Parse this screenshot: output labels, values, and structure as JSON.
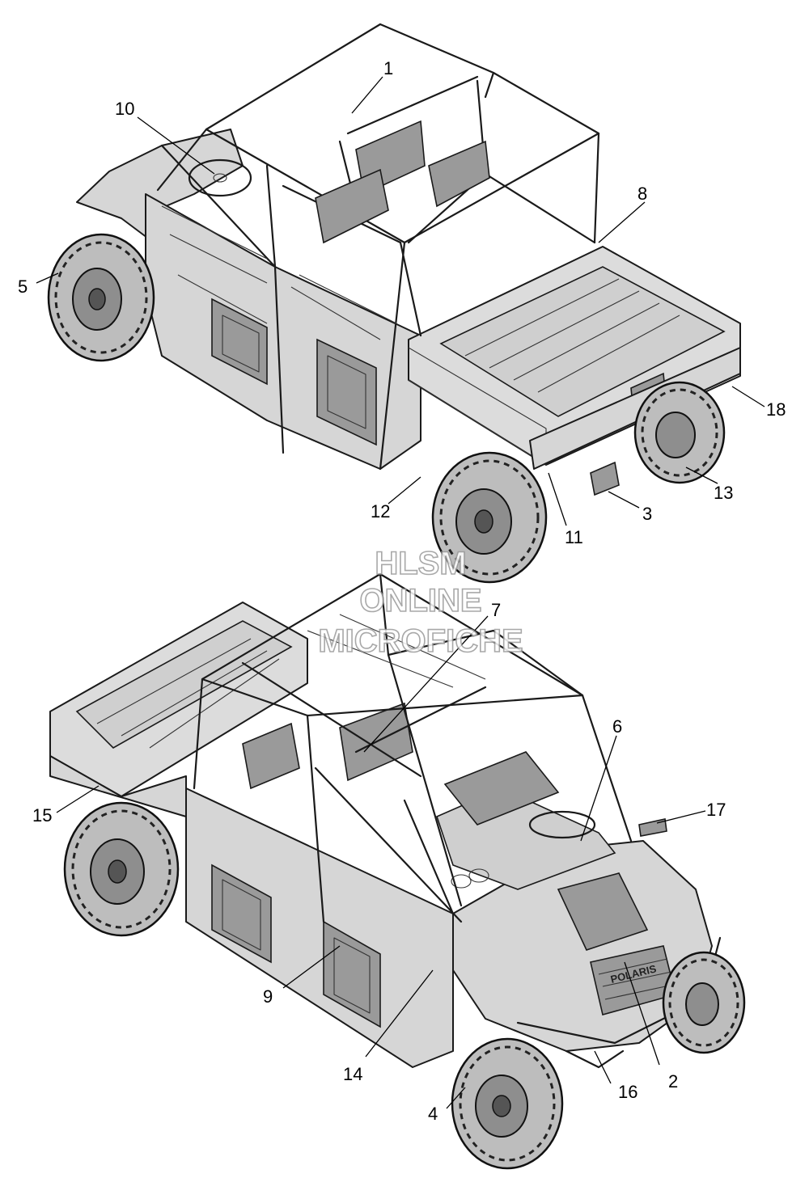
{
  "callouts": {
    "c1": "1",
    "c2": "2",
    "c3": "3",
    "c4": "4",
    "c5": "5",
    "c6": "6",
    "c7": "7",
    "c8": "8",
    "c9": "9",
    "c10": "10",
    "c11": "11",
    "c12": "12",
    "c13": "13",
    "c14": "14",
    "c15": "15",
    "c16": "16",
    "c17": "17",
    "c18": "18"
  },
  "watermark": {
    "line1": "HLSM",
    "line2": "ONLINE",
    "line3": "MICROFICHE"
  },
  "branding": {
    "brand_mark": "POLARIS"
  }
}
